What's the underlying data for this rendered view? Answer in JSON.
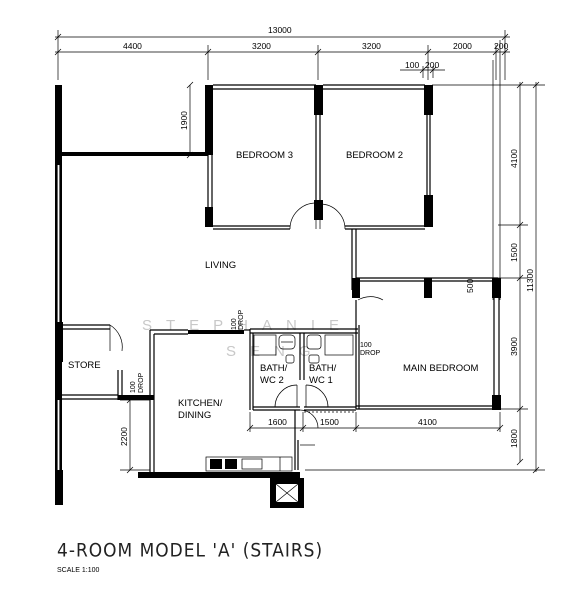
{
  "dimensions": {
    "top_total": "13000",
    "top_segments": [
      "4400",
      "3200",
      "3200",
      "2000",
      "200"
    ],
    "top_small": [
      "100",
      "200"
    ],
    "right_total": "11300",
    "right_segments": [
      "4100",
      "1500",
      "3900",
      "1800"
    ],
    "left_segments": [
      "1900",
      "2200"
    ],
    "bottom_segments": [
      "1600",
      "1500",
      "4100"
    ],
    "wall_500": "500"
  },
  "rooms": {
    "bedroom3": "BEDROOM 3",
    "bedroom2": "BEDROOM 2",
    "living": "LIVING",
    "main_bedroom": "MAIN BEDROOM",
    "store": "STORE",
    "kitchen_line1": "KITCHEN/",
    "kitchen_line2": "DINING",
    "bath1_line1": "BATH/",
    "bath1_line2": "WC 1",
    "bath2_line1": "BATH/",
    "bath2_line2": "WC 2"
  },
  "drops": {
    "value": "100",
    "label": "DROP"
  },
  "watermark": {
    "line1": "STEPHANIE",
    "line2": "SENG"
  },
  "title": "4-ROOM MODEL 'A' (STAIRS)",
  "scale": "SCALE  1:100"
}
